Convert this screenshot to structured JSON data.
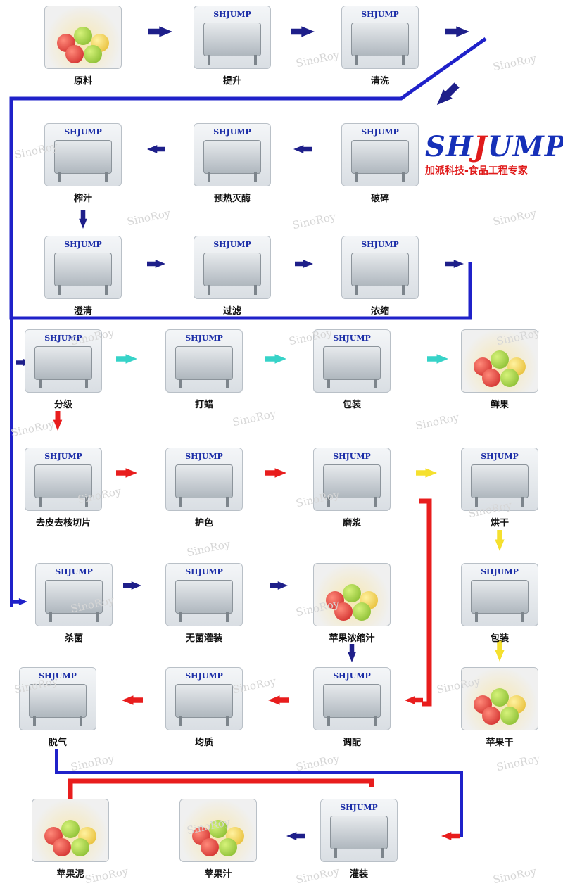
{
  "colors": {
    "line_blue": "#1f21c9",
    "arrow_navy": "#1e1f8a",
    "arrow_cyan": "#37d3c8",
    "arrow_yellow": "#f5e02e",
    "arrow_red": "#e81d1d",
    "brand_blue": "#1630b8",
    "brand_red": "#e01b1b"
  },
  "brand": {
    "logo_prefix": "SH",
    "logo_highlight": "J",
    "logo_suffix": "UMP",
    "tagline": "加派科技-食品工程专家",
    "watermark": "SinoRoy",
    "machine_mark": "SHJUMP"
  },
  "steps": [
    {
      "id": "raw",
      "label": "原料",
      "icon": "apple-basket-icon",
      "kind": "produce"
    },
    {
      "id": "lift",
      "label": "提升",
      "icon": "elevator-conveyor-icon",
      "kind": "machine"
    },
    {
      "id": "wash",
      "label": "清洗",
      "icon": "washer-icon",
      "kind": "machine"
    },
    {
      "id": "crush",
      "label": "破碎",
      "icon": "crusher-icon",
      "kind": "machine"
    },
    {
      "id": "preheat",
      "label": "预热灭酶",
      "icon": "tube-heater-icon",
      "kind": "machine"
    },
    {
      "id": "press",
      "label": "榨汁",
      "icon": "belt-press-icon",
      "kind": "machine"
    },
    {
      "id": "clarify",
      "label": "澄清",
      "icon": "tank-icon",
      "kind": "machine"
    },
    {
      "id": "filter",
      "label": "过滤",
      "icon": "membrane-filter-icon",
      "kind": "machine"
    },
    {
      "id": "concentrate",
      "label": "浓缩",
      "icon": "evaporator-icon",
      "kind": "machine"
    },
    {
      "id": "grade",
      "label": "分级",
      "icon": "grader-icon",
      "kind": "machine"
    },
    {
      "id": "wax",
      "label": "打蜡",
      "icon": "waxer-icon",
      "kind": "machine"
    },
    {
      "id": "pack1",
      "label": "包装",
      "icon": "flow-wrapper-icon",
      "kind": "machine"
    },
    {
      "id": "fresh",
      "label": "鲜果",
      "icon": "fruit-box-icon",
      "kind": "produce"
    },
    {
      "id": "peel",
      "label": "去皮去核切片",
      "icon": "peeler-icon",
      "kind": "machine"
    },
    {
      "id": "color",
      "label": "护色",
      "icon": "color-protect-line-icon",
      "kind": "machine"
    },
    {
      "id": "grind",
      "label": "磨浆",
      "icon": "colloid-mill-icon",
      "kind": "machine"
    },
    {
      "id": "dry",
      "label": "烘干",
      "icon": "drying-oven-icon",
      "kind": "machine"
    },
    {
      "id": "sterilize",
      "label": "杀菌",
      "icon": "sterilizer-icon",
      "kind": "machine"
    },
    {
      "id": "aseptic",
      "label": "无菌灌装",
      "icon": "aseptic-filler-icon",
      "kind": "machine"
    },
    {
      "id": "concentrate_juice",
      "label": "苹果浓缩汁",
      "icon": "juice-bottles-icon",
      "kind": "produce"
    },
    {
      "id": "pack2",
      "label": "包装",
      "icon": "flow-wrapper-icon",
      "kind": "machine"
    },
    {
      "id": "deaerate",
      "label": "脱气",
      "icon": "deaerator-icon",
      "kind": "machine"
    },
    {
      "id": "homogenize",
      "label": "均质",
      "icon": "homogenizer-icon",
      "kind": "machine"
    },
    {
      "id": "blend",
      "label": "调配",
      "icon": "blending-tank-icon",
      "kind": "machine"
    },
    {
      "id": "chips",
      "label": "苹果干",
      "icon": "apple-chips-icon",
      "kind": "produce"
    },
    {
      "id": "puree",
      "label": "苹果泥",
      "icon": "puree-jar-icon",
      "kind": "produce"
    },
    {
      "id": "juice",
      "label": "苹果汁",
      "icon": "juice-bottle-icon",
      "kind": "produce"
    },
    {
      "id": "fill",
      "label": "灌装",
      "icon": "bottle-filler-icon",
      "kind": "machine"
    }
  ]
}
